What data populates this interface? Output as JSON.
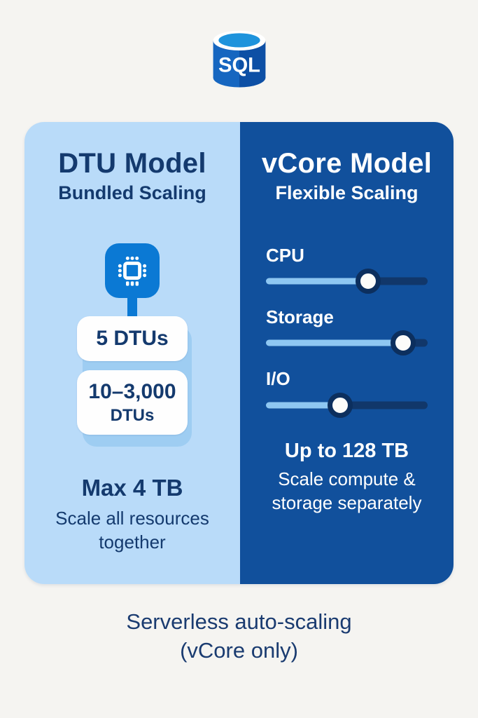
{
  "logo": {
    "icon": "sql-database-cylinder-icon",
    "label": "SQL"
  },
  "left_panel": {
    "title": "DTU Model",
    "subtitle": "Bundled Scaling",
    "icon": "cpu-chip-icon",
    "boxes": {
      "box1": "5 DTUs",
      "box2_line1": "10–3,000",
      "box2_line2": "DTUs"
    },
    "max_label": "Max 4 TB",
    "description": "Scale all resources together"
  },
  "right_panel": {
    "title": "vCore Model",
    "subtitle": "Flexible Scaling",
    "sliders": [
      {
        "label": "CPU",
        "value_pct": 63
      },
      {
        "label": "Storage",
        "value_pct": 85
      },
      {
        "label": "I/O",
        "value_pct": 46
      }
    ],
    "max_label": "Up to 128 TB",
    "description": "Scale compute & storage separately"
  },
  "footer": {
    "line1": "Serverless auto-scaling",
    "line2": "(vCore only)"
  },
  "colors": {
    "page_background": "#f5f4f1",
    "left_panel_background": "#b9dbf9",
    "right_panel_background": "#11509c",
    "navy_text": "#143a6e",
    "white_text": "#ffffff",
    "chip_blue": "#0b79d4",
    "box_backing_blue": "#9ecdf2",
    "slider_track_light": "#8ec7f2",
    "slider_track_dark": "#11376a",
    "slider_knob_ring": "#0c2f5e",
    "logo_body_left": "#1666c0",
    "logo_body_right": "#0d4fa5",
    "logo_top": "#1e93dc"
  }
}
